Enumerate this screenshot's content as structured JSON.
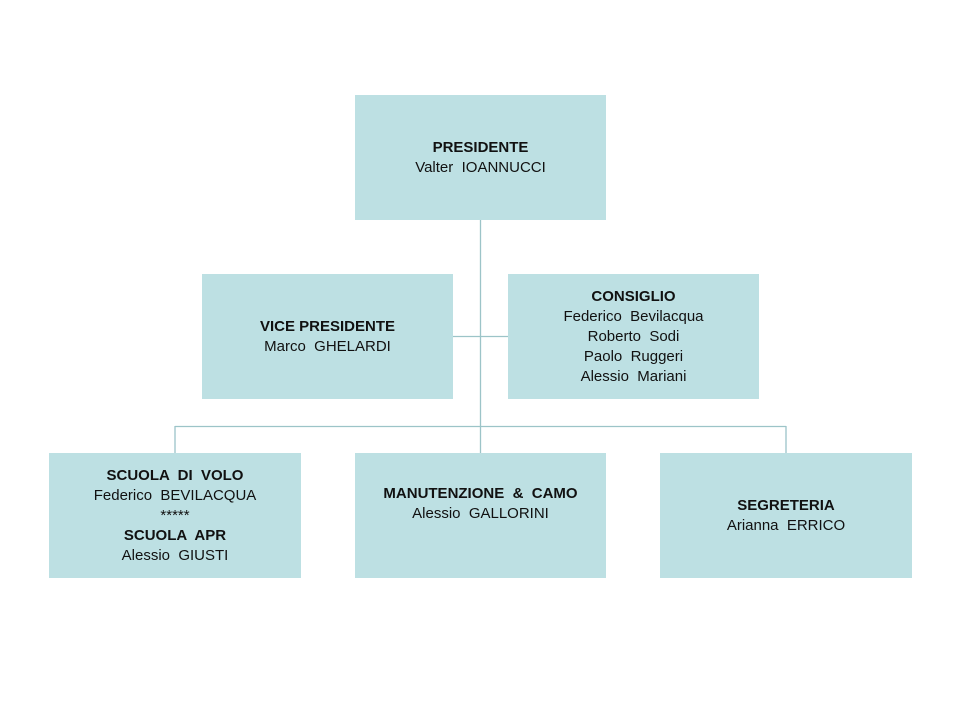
{
  "president": {
    "title": "PRESIDENTE",
    "name": "Valter  IOANNUCCI"
  },
  "vice_president": {
    "title": "VICE PRESIDENTE",
    "name": "Marco  GHELARDI"
  },
  "council": {
    "title": "CONSIGLIO",
    "members": [
      "Federico  Bevilacqua",
      "Roberto  Sodi",
      "Paolo  Ruggeri",
      "Alessio  Mariani"
    ]
  },
  "flight_school": {
    "title": "SCUOLA  DI  VOLO",
    "name": "Federico  BEVILACQUA",
    "separator": "*****",
    "apr_title": "SCUOLA  APR",
    "apr_name": "Alessio  GIUSTI"
  },
  "maintenance": {
    "title": "MANUTENZIONE  &  CAMO",
    "name": "Alessio  GALLORINI"
  },
  "secretariat": {
    "title": "SEGRETERIA",
    "name": "Arianna  ERRICO"
  },
  "colors": {
    "box_fill": "#bde0e3",
    "connector": "#9cc4c8"
  }
}
